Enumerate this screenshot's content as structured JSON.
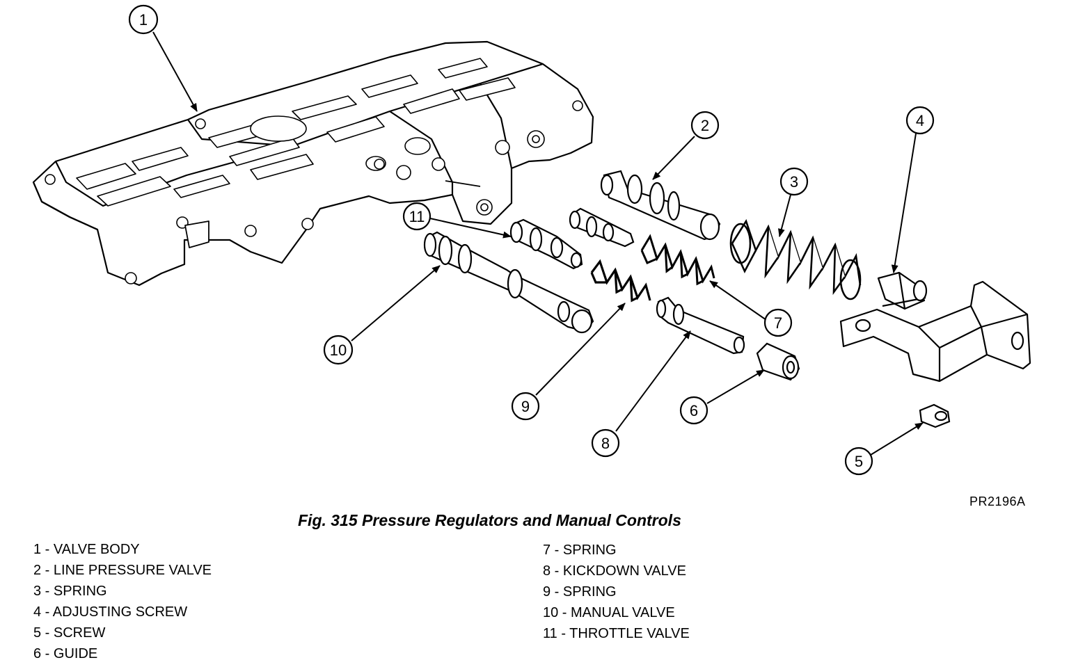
{
  "figure_code": "PR2196A",
  "caption": "Fig. 315 Pressure Regulators and Manual Controls",
  "callouts": [
    "1",
    "2",
    "3",
    "4",
    "5",
    "6",
    "7",
    "8",
    "9",
    "10",
    "11"
  ],
  "legend_left": [
    "1 - VALVE BODY",
    "2 - LINE PRESSURE VALVE",
    "3 - SPRING",
    "4 - ADJUSTING SCREW",
    "5 - SCREW",
    "6 - GUIDE"
  ],
  "legend_right": [
    "7 - SPRING",
    "8 - KICKDOWN VALVE",
    "9 - SPRING",
    "10 - MANUAL VALVE",
    "11 - THROTTLE VALVE"
  ]
}
